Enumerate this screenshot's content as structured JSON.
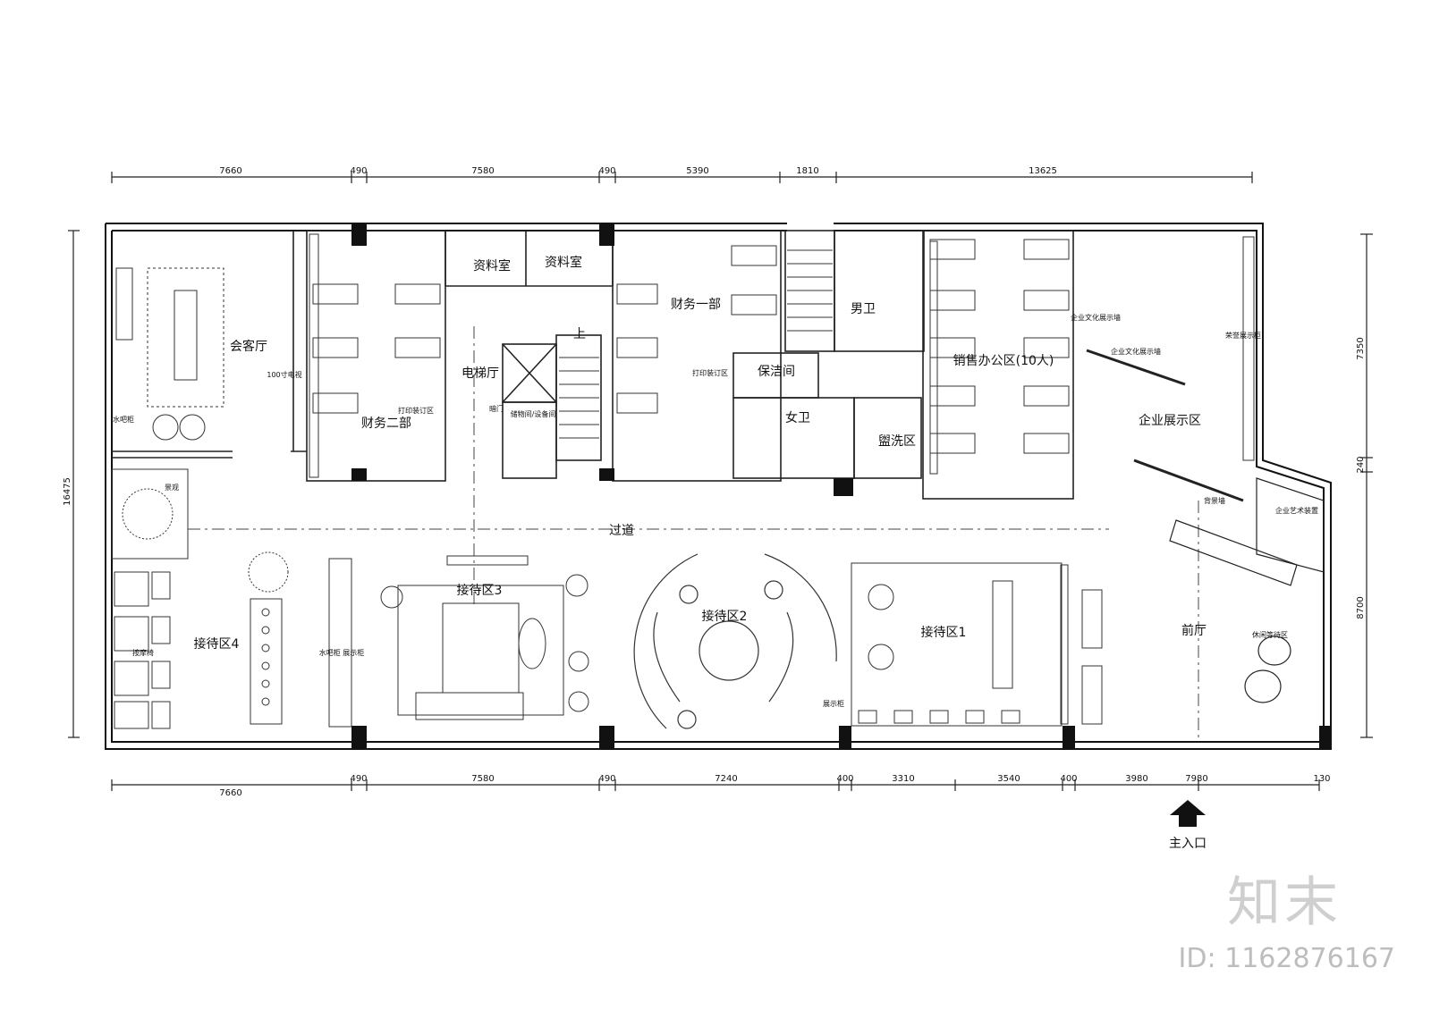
{
  "rooms": {
    "reception_lounge": "会客厅",
    "finance2": "财务二部",
    "archive1": "资料室",
    "archive2": "资料室",
    "elevator_hall": "电梯厅",
    "up": "上",
    "finance1": "财务一部",
    "mens_wc": "男卫",
    "cleaning": "保洁间",
    "womens_wc": "女卫",
    "washing": "盥洗区",
    "sales_office": "销售办公区(10人)",
    "exhibition": "企业展示区",
    "corridor": "过道",
    "reception4": "接待区4",
    "reception3": "接待区3",
    "reception2": "接待区2",
    "reception1": "接待区1",
    "lobby": "前厅",
    "main_entrance": "主入口"
  },
  "small_labels": {
    "tv": "100寸电视",
    "print_finance2": "打印装订区",
    "print_finance1": "打印装订区",
    "storage": "储物间/设备间",
    "dark_door": "暗门",
    "bar_counter": "水吧柜",
    "landscape": "景观",
    "massage": "按摩椅",
    "bar_display": "水吧柜 展示柜",
    "display_cabinet": "展示柜",
    "culture_wall": "企业文化展示墙",
    "culture_wall2": "企业文化展示墙",
    "honor_cabinet": "荣誉展示柜",
    "bg_wall": "背景墙",
    "art_install": "企业艺术装置",
    "rest_area": "休闲等待区"
  },
  "dims_top": [
    "7660",
    "490",
    "7580",
    "490",
    "5390",
    "1810",
    "13625"
  ],
  "dims_bottom": [
    "7660",
    "490",
    "7580",
    "490",
    "7240",
    "400",
    "3310",
    "3540",
    "400",
    "3980",
    "7980",
    "130"
  ],
  "dims_left": [
    "16475"
  ],
  "dims_right": [
    "7350",
    "240",
    "8700"
  ],
  "watermark": {
    "logo": "知末",
    "id": "ID: 1162876167"
  }
}
